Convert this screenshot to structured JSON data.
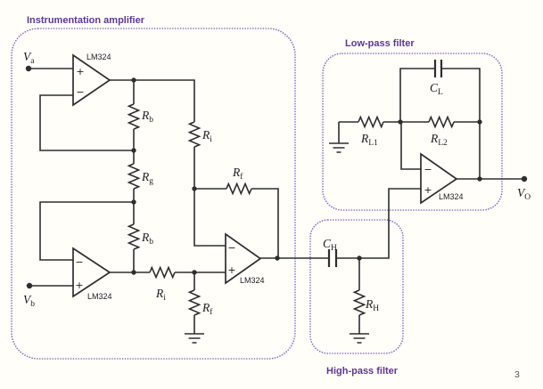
{
  "page": {
    "number": "3"
  },
  "colors": {
    "accent_purple": "#5b3794",
    "border_purple": "#8468bb",
    "wire": "#2e2e2e",
    "background": "#fffef9"
  },
  "sections": {
    "instrumentation": {
      "title": "Instrumentation amplifier"
    },
    "low_pass": {
      "title": "Low-pass filter"
    },
    "high_pass": {
      "title": "High-pass filter"
    }
  },
  "opamp": {
    "part_number": "LM324",
    "plus": "+",
    "minus": "−"
  },
  "terminals": {
    "va": {
      "name": "V",
      "sub": "a"
    },
    "vb": {
      "name": "V",
      "sub": "b"
    },
    "vo": {
      "name": "V",
      "sub": "O"
    }
  },
  "components": {
    "rb_top": {
      "name": "R",
      "sub": "b"
    },
    "rg": {
      "name": "R",
      "sub": "g"
    },
    "rb_bottom": {
      "name": "R",
      "sub": "b"
    },
    "ri_vertical": {
      "name": "R",
      "sub": "i"
    },
    "ri_horizontal": {
      "name": "R",
      "sub": "i"
    },
    "rf_horizontal": {
      "name": "R",
      "sub": "f"
    },
    "rf_vertical": {
      "name": "R",
      "sub": "f"
    },
    "ch": {
      "name": "C",
      "sub": "H"
    },
    "rh": {
      "name": "R",
      "sub": "H"
    },
    "cl": {
      "name": "C",
      "sub": "L"
    },
    "rl1": {
      "name": "R",
      "sub": "L1"
    },
    "rl2": {
      "name": "R",
      "sub": "L2"
    }
  }
}
